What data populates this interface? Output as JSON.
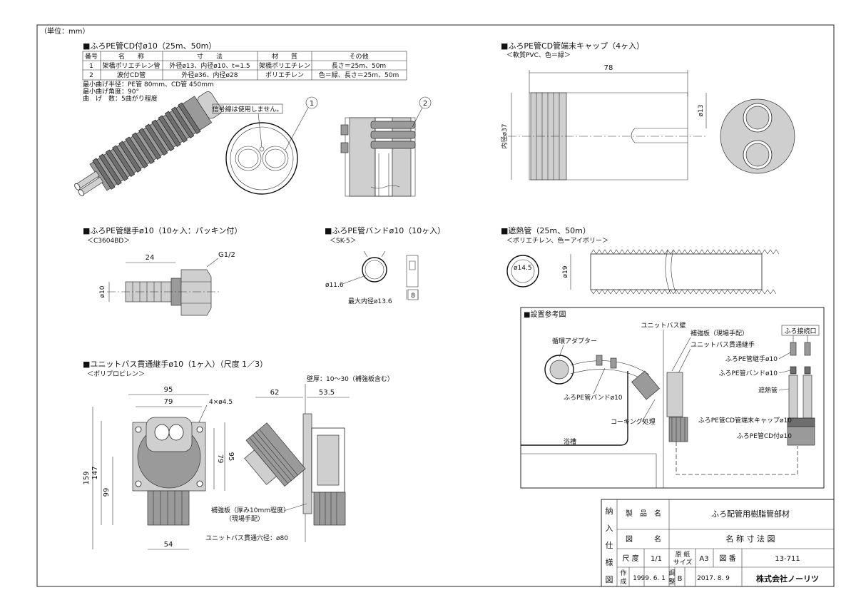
{
  "unit_note": "（単位：mm）",
  "pe_cd": {
    "title": "■ふろPE管CD付ø10（25m、50m）",
    "table_headers": [
      "番号",
      "名　　称",
      "寸　　法",
      "材　　質",
      "その他"
    ],
    "rows": [
      [
        "1",
        "架橋ポリエチレン管",
        "外径ø13、内径ø10、t=1.5",
        "架橋ポリエチレン",
        "長さ＝25m、50m"
      ],
      [
        "2",
        "波付CD管",
        "外径ø36、内径ø28",
        "ポリエチレン",
        "色＝緑、長さ＝25m、50m"
      ]
    ],
    "notes": [
      "最小曲げ半径：PE管 80mm、CD管 450mm",
      "最小曲げ角度：90°",
      "曲　げ　数：5曲がり程度"
    ],
    "signal_note": "信号線は使用しません。",
    "callout_1": "1",
    "callout_2": "2"
  },
  "cap": {
    "title": "■ふろPE管CD管端末キャップ（4ヶ入）",
    "sub": "＜軟質PVC、色＝緑＞",
    "dim_78": "78",
    "dim_37": "内径ø37",
    "dim_13": "ø13"
  },
  "joint": {
    "title": "■ふろPE管継手ø10（10ヶ入：パッキン付）",
    "sub": "＜C3604BD＞",
    "dim_24": "24",
    "dim_g": "G1/2",
    "dim_10": "ø10"
  },
  "band": {
    "title": "■ふろPE管バンドø10（10ヶ入）",
    "sub": "＜SK-5＞",
    "dim_116": "ø11.6",
    "dim_max": "最大内径ø13.6",
    "dim_8": "8"
  },
  "insul": {
    "title": "■遮熱管（25m、50m）",
    "sub": "＜ポリエチレン、色＝アイボリー＞",
    "dim_145": "ø14.5",
    "dim_19": "ø19"
  },
  "unitbus": {
    "title": "■ユニットバス貫通継手ø10（1ヶ入）（尺度 1／3）",
    "sub": "＜ポリプロピレン＞",
    "dim_95": "95",
    "dim_79": "79",
    "dim_holes": "4×ø4.5",
    "dim_159": "159",
    "dim_147": "147",
    "dim_99": "99",
    "dim_79v": "79",
    "dim_95v": "95",
    "dim_54": "54",
    "dim_62": "62",
    "dim_535": "53.5",
    "wall": "壁厚：10～30（補強板含む）",
    "plate": "補強板（厚み10mm程度）",
    "plate2": "（現場手配）",
    "hole": "ユニットバス貫通穴径：ø80"
  },
  "install": {
    "title": "■設置参考図",
    "wall": "ユニットバス壁",
    "plate": "補強板（現場手配）",
    "joint": "ユニットバス貫通継手",
    "adapter": "循環アダプター",
    "band": "ふろPE管バンドø10",
    "caulk": "コーキング処理",
    "tub": "浴槽",
    "connect": "ふろ接続口",
    "r1": "ふろPE管継手ø10",
    "r2": "ふろPE管バンドø10",
    "r3": "遮熱管",
    "r4": "ふろPE管CD管端末キャップø10",
    "r5": "ふろPE管CD付ø10"
  },
  "titleblock": {
    "side": [
      "納",
      "入",
      "仕",
      "様",
      "図"
    ],
    "product_label": "製　品　名",
    "product": "ふろ配管用樹脂管部材",
    "drawing_label": "図　　　名",
    "drawing": "名 称 寸 法 図",
    "scale_label": "尺 度",
    "scale": "1/1",
    "paper_label_1": "原 紙",
    "paper_label_2": "サイズ",
    "paper": "A3",
    "no_label": "図 番",
    "no": "13-711",
    "made_label_1": "作",
    "made_label_2": "成",
    "made": "1999. 6. 1",
    "rev_label_1": "調",
    "rev_label_2": "整",
    "rev_mark": "B",
    "rev": "2017. 8. 9",
    "company": "株式会社ノーリツ"
  }
}
